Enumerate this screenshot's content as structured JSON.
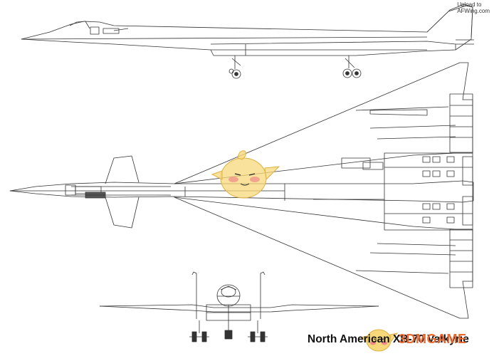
{
  "upload_note": {
    "line1": "Upload to",
    "line2": "AFWing.com"
  },
  "title": "North American XB-70 Valkyrie",
  "watermark": {
    "text": "3DMGAME"
  },
  "colors": {
    "line": "#333333",
    "mascot_body": "#f7d87a",
    "mascot_cheek": "#f08a8a",
    "watermark": "#e8692f"
  }
}
